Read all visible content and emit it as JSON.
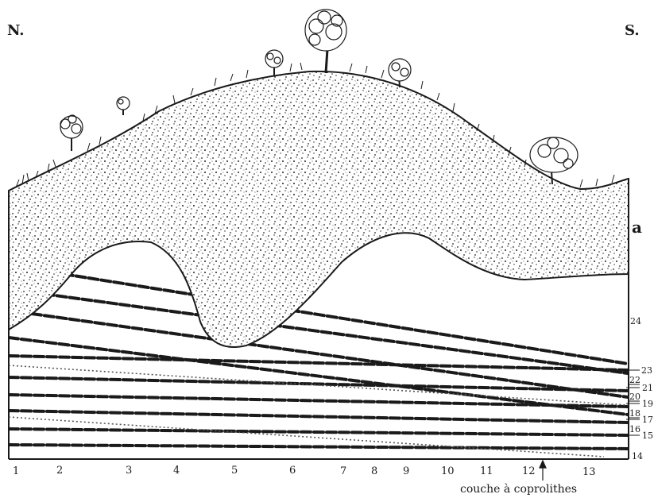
{
  "orientation": {
    "north": "N.",
    "south": "S."
  },
  "side_labels": {
    "a": "a",
    "numbers": [
      "24",
      "23",
      "22",
      "21",
      "20",
      "19",
      "18",
      "17",
      "16",
      "15",
      "14"
    ]
  },
  "bottom_labels": [
    "1",
    "2",
    "3",
    "4",
    "5",
    "6",
    "7",
    "8",
    "9",
    "10",
    "11",
    "12",
    "13"
  ],
  "caption": "couche à coprolithes",
  "colors": {
    "ink": "#1a1a1a",
    "paper": "#ffffff"
  }
}
